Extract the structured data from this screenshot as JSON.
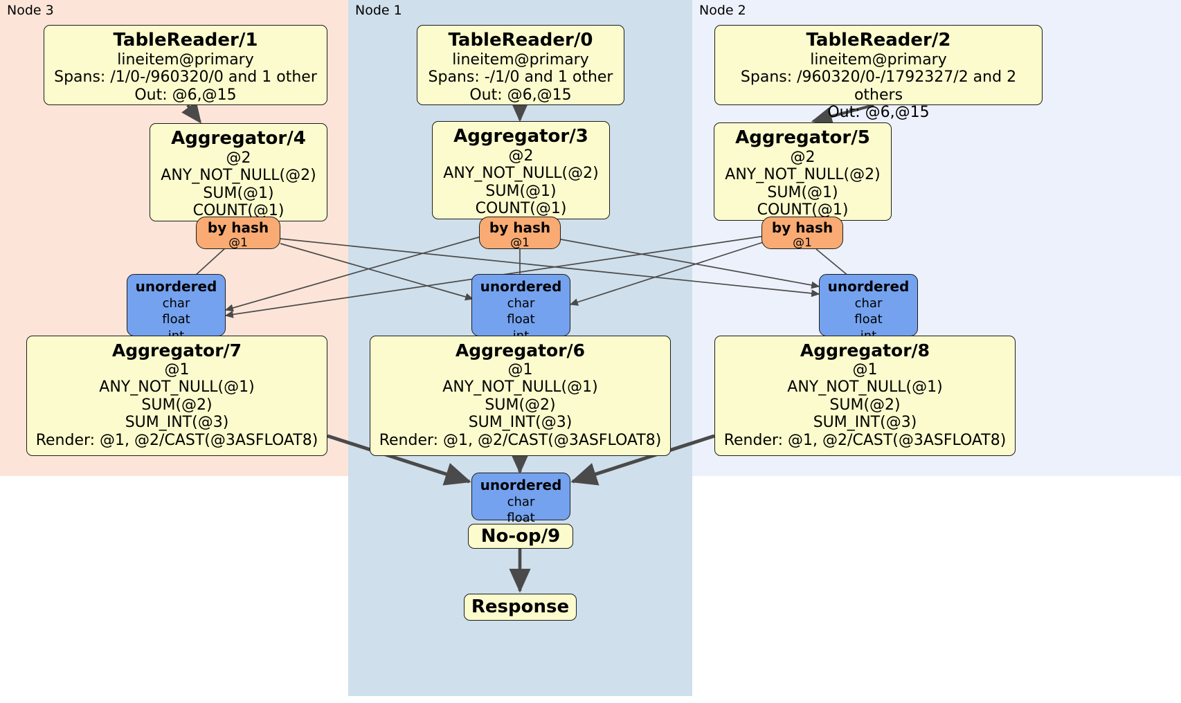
{
  "diagram": {
    "type": "distributed-query-plan",
    "title": "",
    "colors": {
      "processor_fill": "#fbfbcd",
      "router_fill": "#f9ab73",
      "stream_fill": "#74a2ef",
      "node3_panel": "#fce5d8",
      "node1_panel": "#cfdfeb",
      "node2_panel": "#edf1fb",
      "edge": "#4a4a4a",
      "box_border": "#1b1b1b"
    }
  },
  "panels": [
    {
      "id": "node3",
      "label": "Node 3",
      "fill": "#fce5d8"
    },
    {
      "id": "node1",
      "label": "Node 1",
      "fill": "#cfdfeb"
    },
    {
      "id": "node2",
      "label": "Node 2",
      "fill": "#edf1fb"
    }
  ],
  "boxes": {
    "tablereader1": {
      "title": "TableReader/1",
      "lines": [
        "lineitem@primary",
        "Spans: /1/0-/960320/0 and 1 other",
        "Out: @6,@15"
      ]
    },
    "tablereader0": {
      "title": "TableReader/0",
      "lines": [
        "lineitem@primary",
        "Spans: -/1/0 and 1 other",
        "Out: @6,@15"
      ]
    },
    "tablereader2": {
      "title": "TableReader/2",
      "lines": [
        "lineitem@primary",
        "Spans: /960320/0-/1792327/2 and 2 others",
        "Out: @6,@15"
      ]
    },
    "aggregator4": {
      "title": "Aggregator/4",
      "lines": [
        "@2",
        "ANY_NOT_NULL(@2)",
        "SUM(@1)",
        "COUNT(@1)"
      ]
    },
    "aggregator3": {
      "title": "Aggregator/3",
      "lines": [
        "@2",
        "ANY_NOT_NULL(@2)",
        "SUM(@1)",
        "COUNT(@1)"
      ]
    },
    "aggregator5": {
      "title": "Aggregator/5",
      "lines": [
        "@2",
        "ANY_NOT_NULL(@2)",
        "SUM(@1)",
        "COUNT(@1)"
      ]
    },
    "hash_left": {
      "title": "by hash",
      "lines": [
        "@1"
      ]
    },
    "hash_mid": {
      "title": "by hash",
      "lines": [
        "@1"
      ]
    },
    "hash_right": {
      "title": "by hash",
      "lines": [
        "@1"
      ]
    },
    "unordered_left": {
      "title": "unordered",
      "lines": [
        "char",
        "float",
        "int"
      ]
    },
    "unordered_mid": {
      "title": "unordered",
      "lines": [
        "char",
        "float",
        "int"
      ]
    },
    "unordered_right": {
      "title": "unordered",
      "lines": [
        "char",
        "float",
        "int"
      ]
    },
    "aggregator7": {
      "title": "Aggregator/7",
      "lines": [
        "@1",
        "ANY_NOT_NULL(@1)",
        "SUM(@2)",
        "SUM_INT(@3)",
        "Render: @1, @2/CAST(@3ASFLOAT8)"
      ]
    },
    "aggregator6": {
      "title": "Aggregator/6",
      "lines": [
        "@1",
        "ANY_NOT_NULL(@1)",
        "SUM(@2)",
        "SUM_INT(@3)",
        "Render: @1, @2/CAST(@3ASFLOAT8)"
      ]
    },
    "aggregator8": {
      "title": "Aggregator/8",
      "lines": [
        "@1",
        "ANY_NOT_NULL(@1)",
        "SUM(@2)",
        "SUM_INT(@3)",
        "Render: @1, @2/CAST(@3ASFLOAT8)"
      ]
    },
    "unordered_final": {
      "title": "unordered",
      "lines": [
        "char",
        "float"
      ]
    },
    "noop9": {
      "title": "No-op/9",
      "lines": []
    },
    "response": {
      "title": "Response",
      "lines": []
    }
  }
}
